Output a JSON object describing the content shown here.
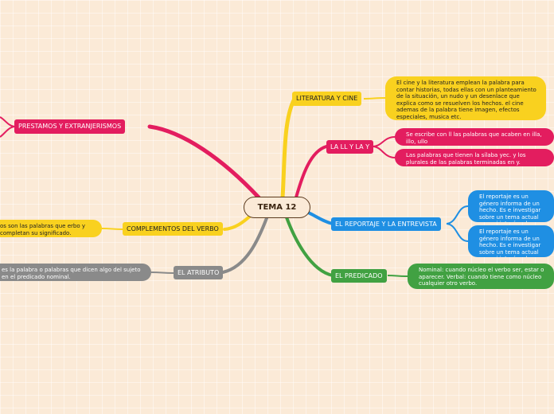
{
  "central": "TEMA 12",
  "colors": {
    "background": "#fbead7",
    "yellow": "#f9d11f",
    "pink": "#e31d5f",
    "blue": "#1f8fe3",
    "green": "#41a142",
    "gray": "#8a8a8a",
    "central_border": "#5a3a1e"
  },
  "branches": {
    "literatura": {
      "label": "LITERATURA Y CINE",
      "note": "El cine y la literatura emplean la palabra para contar historias, todas ellas con un planteamiento de la situación, un nudo y un desenlace que explica como se resuelven los hechos. el cine ademas de la palabra tiene imagen, efectos especiales, musica etc."
    },
    "ll": {
      "label": "LA LL Y LA Y",
      "notes": [
        "Se escribe con ll las palabras que acaben en illa, illo, ullo",
        "Las palabras que tienen la sílaba yec. y los plurales de las palabras terminadas en y."
      ]
    },
    "reportaje": {
      "label": "EL REPORTAJE  Y LA ENTREVISTA",
      "notes": [
        "El reportaje es un género informa de un hecho. Es e investigar sobre un tema actual pero si interés a las",
        "El reportaje es un género informa de un hecho. Es e investigar sobre un tema actual pero si interés a las"
      ]
    },
    "predicado": {
      "label": "EL PREDICADO",
      "note": "Nominal: cuando núcleo el verbo ser, estar o aparecer. Verbal: cuando tiene como núcleo cualquier otro verbo."
    },
    "prestamos": {
      "label": "PRESTAMOS Y EXTRANJERISMOS"
    },
    "complementos": {
      "label": "COMPLEMENTOS DEL VERBO",
      "note": "os son las palabras que erbo y completan su significado."
    },
    "atributo": {
      "label": "EL ATRIBUTO",
      "note": "es la palabra o palabras que dicen algo del sujeto en el predicado nominal."
    }
  }
}
